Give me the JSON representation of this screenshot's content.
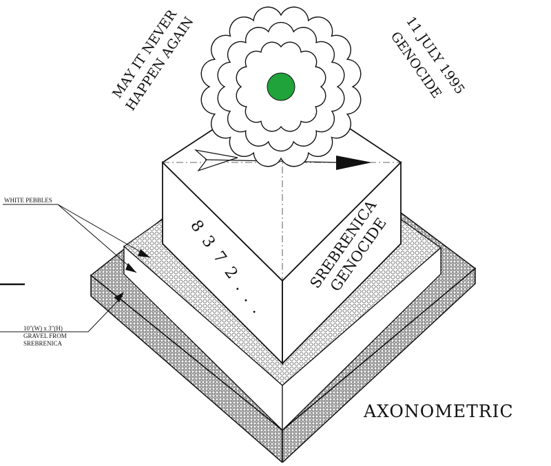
{
  "labels": {
    "motto_line1": "MAY IT NEVER",
    "motto_line2": "HAPPEN AGAIN",
    "date_line1": "11 JULY 1995",
    "date_line2": "GENOCIDE",
    "face_right_line1": "SREBRENICA",
    "face_right_line2": "GENOCIDE",
    "face_left": "8 3 7 2 . . .",
    "pebbles_callout": "WHITE PEBBLES",
    "gravel_line1": "10\"(W) x 3\"(H)",
    "gravel_line2": "GRAVEL FROM",
    "gravel_line3": "SREBRENICA",
    "view_title": "AXONOMETRIC"
  },
  "colors": {
    "ink": "#111111",
    "flower_center": "#1fa33a",
    "paper": "#ffffff"
  }
}
